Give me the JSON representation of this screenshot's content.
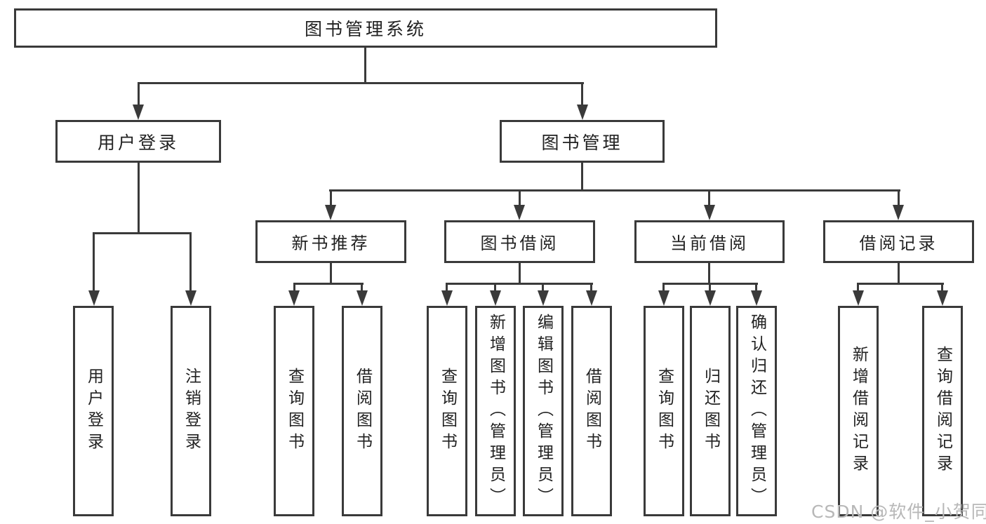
{
  "tree": {
    "root": {
      "label": "图书管理系统"
    },
    "branches": [
      {
        "label": "用户登录",
        "leaves": [
          {
            "label": "用户登录"
          },
          {
            "label": "注销登录"
          }
        ]
      },
      {
        "label": "图书管理",
        "sections": [
          {
            "label": "新书推荐",
            "leaves": [
              {
                "label": "查询图书"
              },
              {
                "label": "借阅图书"
              }
            ]
          },
          {
            "label": "图书借阅",
            "leaves": [
              {
                "label": "查询图书"
              },
              {
                "label": "新增图书（管理员）"
              },
              {
                "label": "编辑图书（管理员）"
              },
              {
                "label": "借阅图书"
              }
            ]
          },
          {
            "label": "当前借阅",
            "leaves": [
              {
                "label": "查询图书"
              },
              {
                "label": "归还图书"
              },
              {
                "label": "确认归还（管理员）"
              }
            ]
          },
          {
            "label": "借阅记录",
            "leaves": [
              {
                "label": "新增借阅记录"
              },
              {
                "label": "查询借阅记录"
              }
            ]
          }
        ]
      }
    ]
  },
  "watermark": {
    "text": "CSDN @软件_小贺同学"
  },
  "colors": {
    "line": "#3a3a3a",
    "text": "#222222",
    "box_background": "#ffffff",
    "page_background": "#ffffff",
    "watermark": "#b8b8b8"
  }
}
